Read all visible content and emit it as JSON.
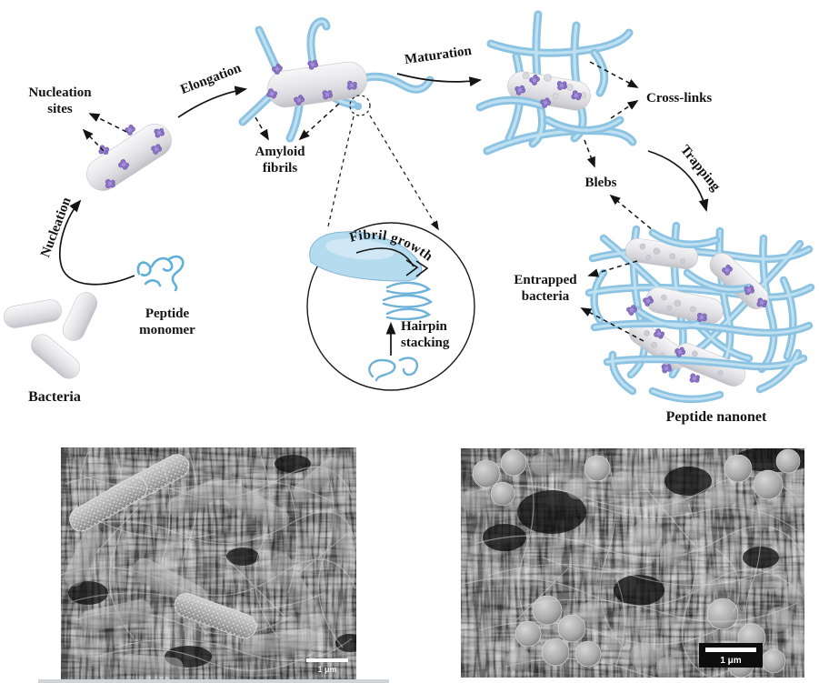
{
  "diagram": {
    "labels": {
      "nucleation_sites": "Nucleation sites",
      "nucleation": "Nucleation",
      "bacteria": "Bacteria",
      "peptide_monomer": "Peptide monomer",
      "elongation": "Elongation",
      "amyloid_fibrils": "Amyloid fibrils",
      "maturation": "Maturation",
      "cross_links": "Cross-links",
      "blebs": "Blebs",
      "trapping": "Trapping",
      "fibril_growth": "Fibril growth",
      "hairpin_stacking": "Hairpin stacking",
      "entrapped_bacteria": "Entrapped bacteria",
      "peptide_nanonet": "Peptide nanonet"
    },
    "colors": {
      "fibril_blue": "#8cc3e2",
      "fibril_highlight": "#bfe0f1",
      "bacterium_gray": "#e6e6ea",
      "nucleation_purple": "#8b72c6",
      "text": "#141414"
    }
  },
  "micrographs": {
    "left": {
      "scale_bar": "1 μm"
    },
    "right": {
      "scale_bar": "1 μm"
    }
  }
}
